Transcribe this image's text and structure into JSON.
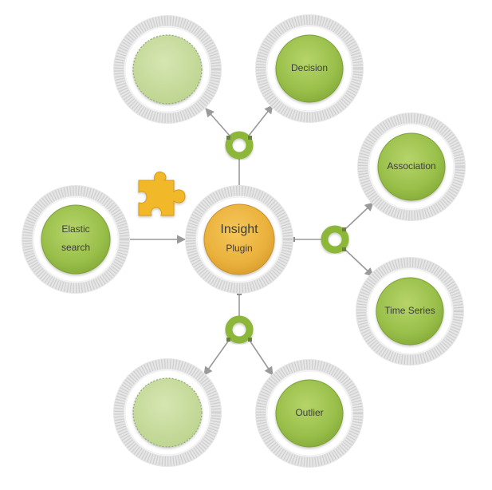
{
  "diagram": {
    "center": {
      "title": "Insight",
      "subtitle": "Plugin"
    },
    "nodes": {
      "elastic": {
        "line1": "Elastic",
        "line2": "search"
      },
      "top_left": {
        "label": ""
      },
      "decision": {
        "label": "Decision"
      },
      "association": {
        "label": "Association"
      },
      "time_series": {
        "label": "Time Series"
      },
      "bottom_left": {
        "label": ""
      },
      "outlier": {
        "label": "Outlier"
      }
    },
    "icons": [
      "puzzle-piece-icon",
      "hub-ring-icon"
    ],
    "colors": {
      "node_green": "#9fc34f",
      "node_empty": "#c7dc9c",
      "center_orange": "#edb63f",
      "hub_green": "#8db738",
      "ring_gray": "#dedede",
      "connector": "#9a9a9a",
      "puzzle": "#f1b92a"
    }
  }
}
